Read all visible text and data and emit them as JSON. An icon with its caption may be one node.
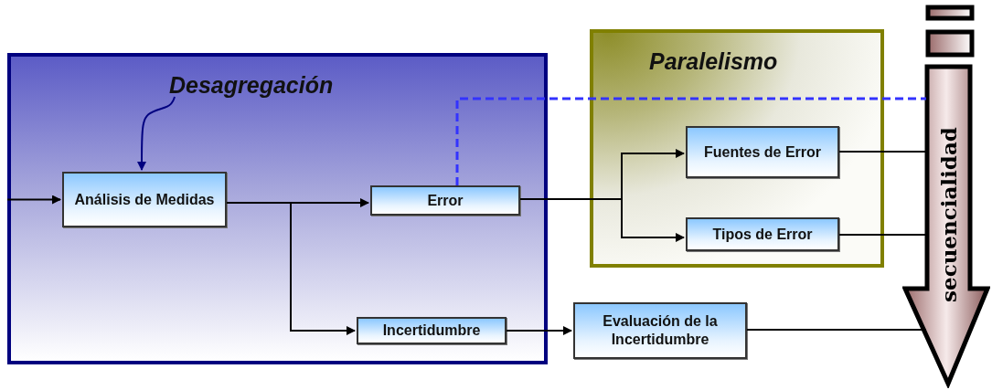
{
  "diagram": {
    "nodes": [
      {
        "text": [
          "Desagregación"
        ]
      },
      {
        "text": [
          "Análisis de Medidas"
        ],
        "in": 0
      },
      {
        "text": [
          "Error"
        ],
        "in": 0
      },
      {
        "text": [
          "Incertidumbre"
        ],
        "in": 0
      },
      {
        "text": [
          "Paralelismo"
        ]
      },
      {
        "text": [
          "Fuentes de Error"
        ],
        "in": 4
      },
      {
        "text": [
          "Tipos de Error"
        ],
        "in": 4
      },
      {
        "text": [
          "Evaluación de la Incertidumbre"
        ]
      },
      {
        "text": [
          "secuencialidad"
        ]
      }
    ],
    "edges": [
      {
        "from": null,
        "to": 1,
        "arrow": "to"
      },
      {
        "from": 0,
        "to": 1,
        "arrow": "to",
        "color": "#000080"
      },
      {
        "from": 1,
        "to": 2,
        "arrow": "to"
      },
      {
        "from": 1,
        "to": 3,
        "arrow": "to"
      },
      {
        "from": 2,
        "to": 5,
        "arrow": "to"
      },
      {
        "from": 2,
        "to": 6,
        "arrow": "to"
      },
      {
        "from": 2,
        "to": 8,
        "arrow": "none",
        "style": "dashed",
        "color": "#3333ff"
      },
      {
        "from": 3,
        "to": 7,
        "arrow": "to"
      },
      {
        "from": 5,
        "to": 8,
        "arrow": "none"
      },
      {
        "from": 6,
        "to": 8,
        "arrow": "none"
      },
      {
        "from": 7,
        "to": 8,
        "arrow": "none"
      }
    ]
  }
}
